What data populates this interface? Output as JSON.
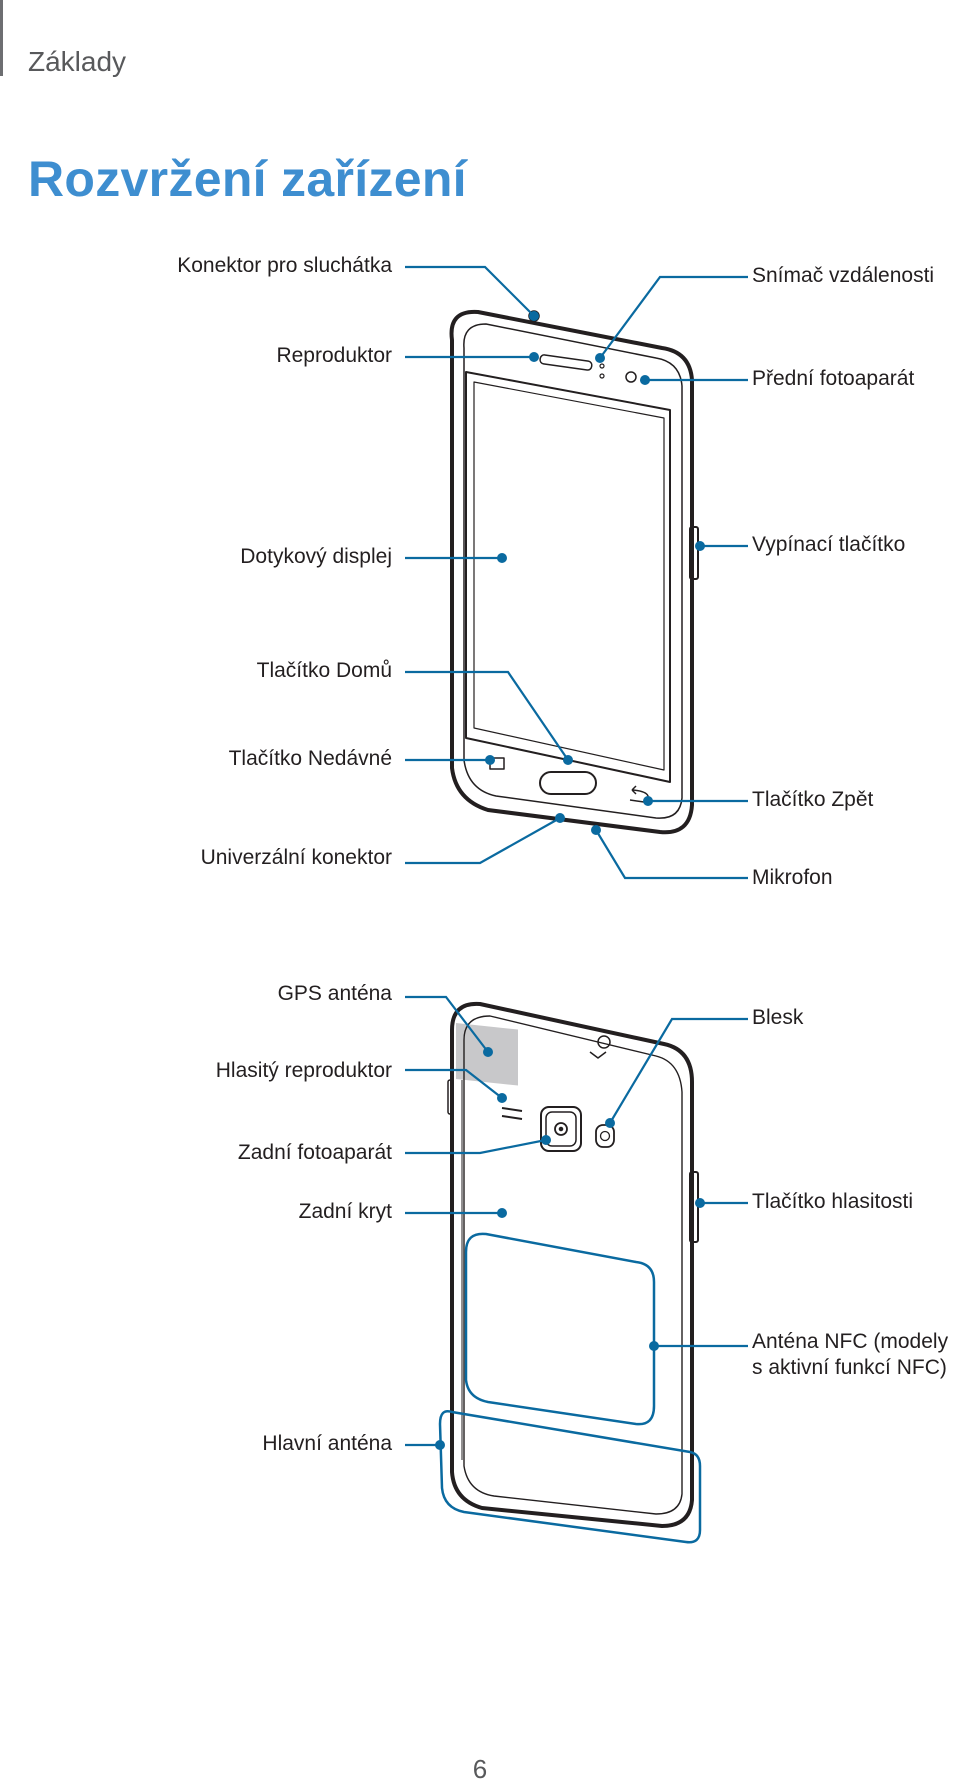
{
  "header": {
    "section": "Základy",
    "title": "Rozvržení zařízení"
  },
  "front_view": {
    "labels_left": {
      "headphone_jack": "Konektor pro sluchátka",
      "speaker": "Reproduktor",
      "touchscreen": "Dotykový displej",
      "home_key": "Tlačítko Domů",
      "recents_key": "Tlačítko Nedávné",
      "multipurpose_jack": "Univerzální konektor"
    },
    "labels_right": {
      "proximity_sensor": "Snímač vzdálenosti",
      "front_camera": "Přední fotoaparát",
      "power_key": "Vypínací tlačítko",
      "back_key": "Tlačítko Zpět",
      "microphone": "Mikrofon"
    }
  },
  "back_view": {
    "labels_left": {
      "gps_antenna": "GPS anténa",
      "loudspeaker": "Hlasitý reproduktor",
      "rear_camera": "Zadní fotoaparát",
      "back_cover": "Zadní kryt",
      "main_antenna": "Hlavní anténa"
    },
    "labels_right": {
      "flash": "Blesk",
      "volume_key": "Tlačítko hlasitosti",
      "nfc_antenna": "Anténa NFC (modely s aktivní funkcí NFC)"
    }
  },
  "colors": {
    "callout": "#0a6aa0",
    "title": "#3e8ed0",
    "device_outline": "#231f20",
    "gps_patch": "#c8c8ca"
  },
  "footer": {
    "page_number": "6"
  }
}
